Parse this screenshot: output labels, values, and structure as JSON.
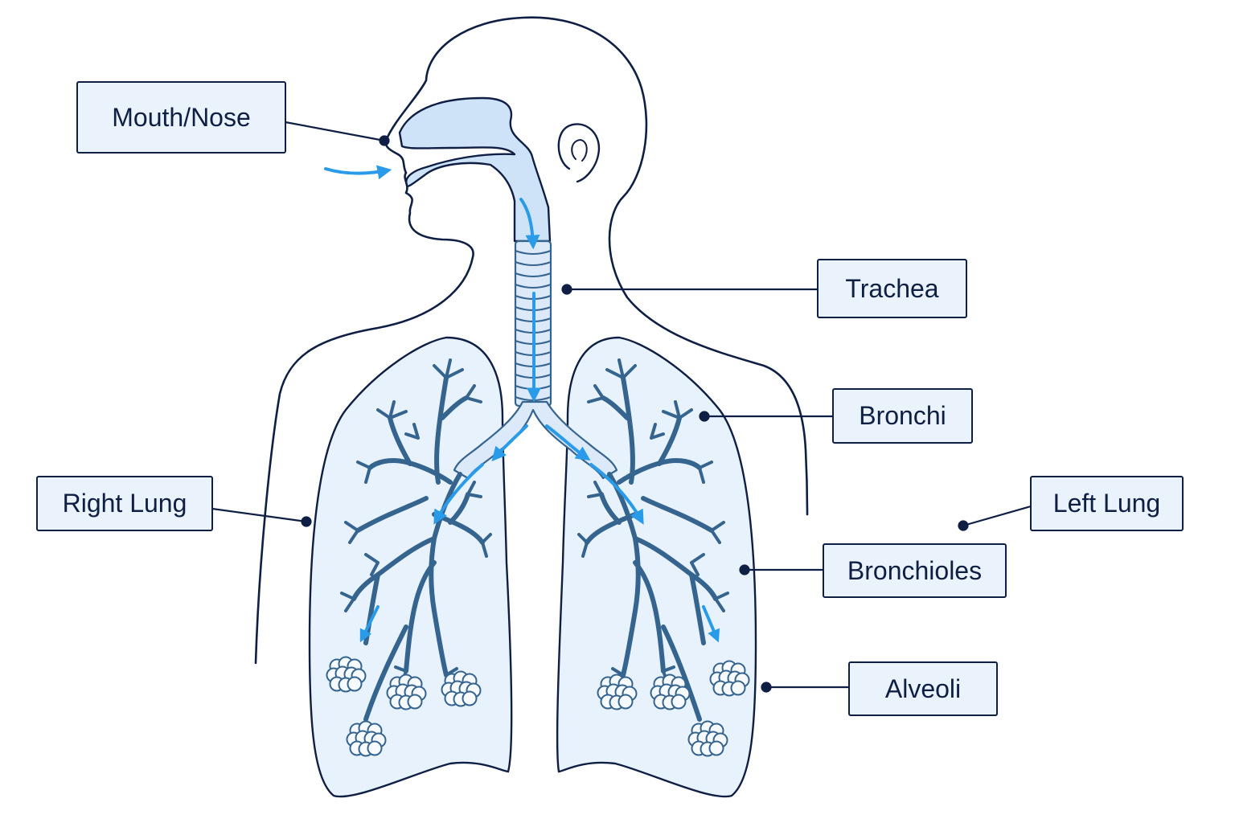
{
  "labels": {
    "mouth_nose": "Mouth/Nose",
    "trachea": "Trachea",
    "bronchi": "Bronchi",
    "right_lung": "Right Lung",
    "left_lung": "Left Lung",
    "bronchioles": "Bronchioles",
    "alveoli": "Alveoli"
  },
  "colors": {
    "outline": "#0f1f44",
    "label_fill": "#eaf3fc",
    "tissue_fill": "#cfe3f8",
    "lung_fill": "#e8f2fc",
    "airway_stroke": "#35648f",
    "airflow_arrow": "#2a9be8"
  }
}
